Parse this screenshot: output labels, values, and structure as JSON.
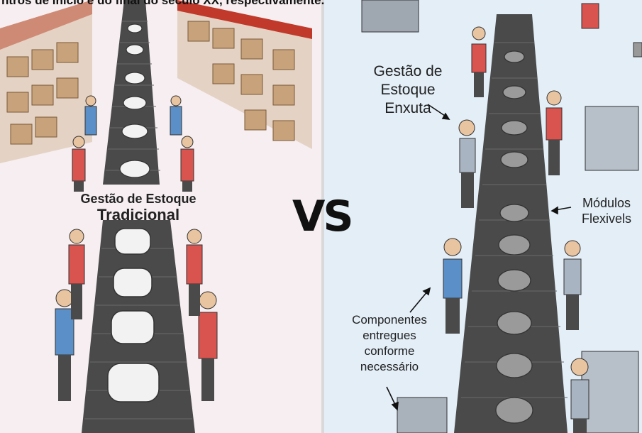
{
  "caption": "ntros de início e do final do século XX, respectivamente.",
  "left_panel": {
    "label_line1": "Gestão de Estoque",
    "label_line2": "Tradicional"
  },
  "vs_label": "VS",
  "right_panel": {
    "label_lean": "Gestão de Estoque Enxuta",
    "label_modules": "Módulos Flexivels",
    "label_components": "Componentes entregues conforme necessário"
  },
  "colors": {
    "left_background": "#f6eef0",
    "right_background": "#e3eef7",
    "conveyor": "#4a4a4a",
    "shelf_red": "#c0392b",
    "box_tan": "#c8a27a",
    "worker_red": "#d9534f",
    "worker_blue": "#5b8fc7"
  }
}
